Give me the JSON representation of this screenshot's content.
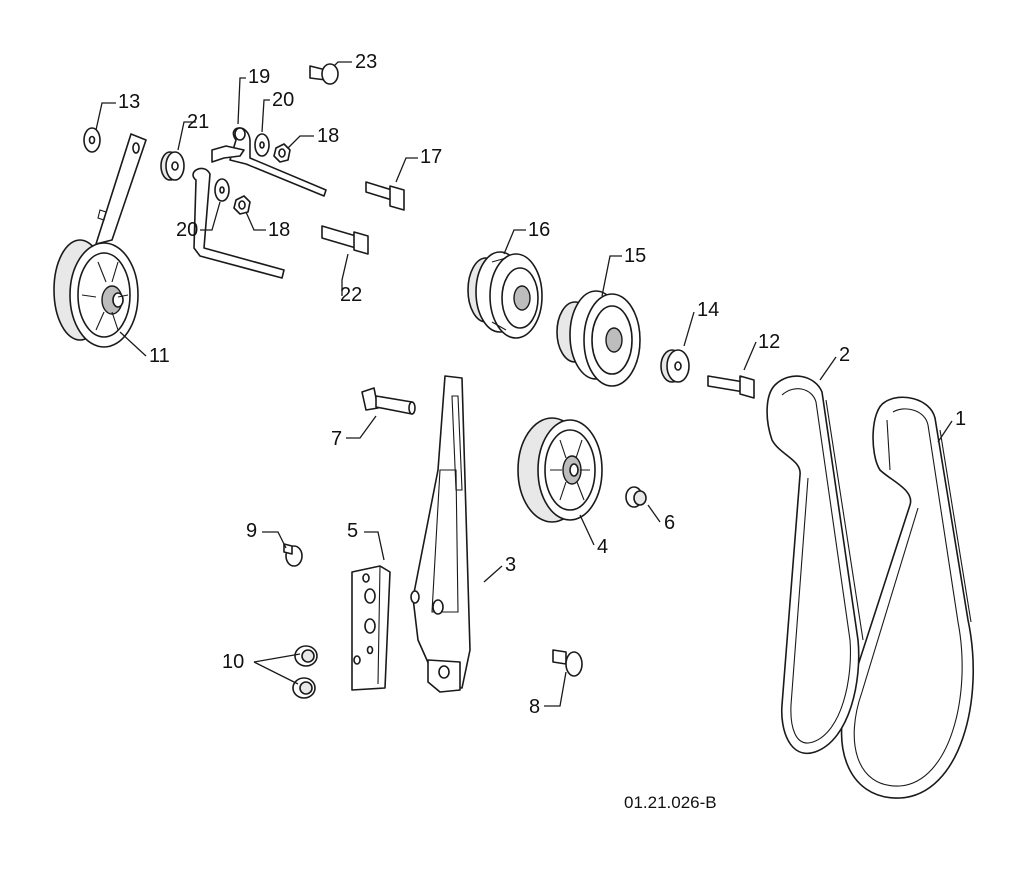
{
  "diagram": {
    "reference_code": "01.21.026-B",
    "callouts": [
      {
        "key": "c1",
        "number": "1",
        "part": "belt"
      },
      {
        "key": "c2",
        "number": "2",
        "part": "belt"
      },
      {
        "key": "c3",
        "number": "3",
        "part": "idler-bracket"
      },
      {
        "key": "c4",
        "number": "4",
        "part": "idler-pulley"
      },
      {
        "key": "c5",
        "number": "5",
        "part": "bracket-plate"
      },
      {
        "key": "c6",
        "number": "6",
        "part": "flange-nut"
      },
      {
        "key": "c7",
        "number": "7",
        "part": "bolt"
      },
      {
        "key": "c8",
        "number": "8",
        "part": "bolt"
      },
      {
        "key": "c9",
        "number": "9",
        "part": "bolt"
      },
      {
        "key": "c10",
        "number": "10",
        "part": "flange-nuts"
      },
      {
        "key": "c11",
        "number": "11",
        "part": "idler-arm-pulley"
      },
      {
        "key": "c12",
        "number": "12",
        "part": "bolt"
      },
      {
        "key": "c13",
        "number": "13",
        "part": "washer"
      },
      {
        "key": "c14",
        "number": "14",
        "part": "spacer"
      },
      {
        "key": "c15",
        "number": "15",
        "part": "v-pulley"
      },
      {
        "key": "c16",
        "number": "16",
        "part": "v-pulley"
      },
      {
        "key": "c17",
        "number": "17",
        "part": "bolt"
      },
      {
        "key": "c18a",
        "number": "18",
        "part": "nut"
      },
      {
        "key": "c18b",
        "number": "18",
        "part": "nut"
      },
      {
        "key": "c19",
        "number": "19",
        "part": "rod"
      },
      {
        "key": "c20a",
        "number": "20",
        "part": "washer"
      },
      {
        "key": "c20b",
        "number": "20",
        "part": "washer"
      },
      {
        "key": "c21",
        "number": "21",
        "part": "spacer"
      },
      {
        "key": "c22",
        "number": "22",
        "part": "bolt"
      },
      {
        "key": "c23",
        "number": "23",
        "part": "bolt"
      }
    ]
  }
}
